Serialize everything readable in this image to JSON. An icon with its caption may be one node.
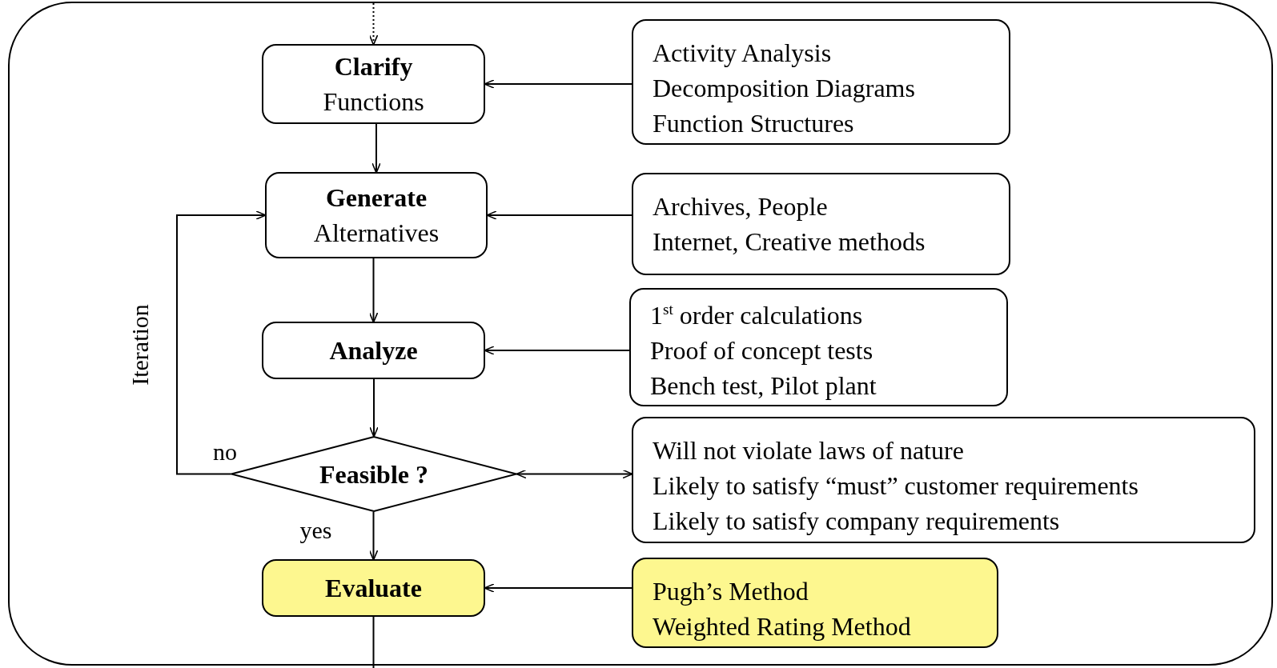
{
  "diagram": {
    "nodes": [
      {
        "text": [],
        "shape": "box"
      },
      {
        "text": [
          "Clarify",
          "Functions"
        ],
        "in": 0
      },
      {
        "text": [
          "Activity Analysis",
          "Decomposition Diagrams",
          "Function Structures"
        ],
        "in": 0
      },
      {
        "text": [
          "Generate",
          "Alternatives"
        ],
        "in": 0
      },
      {
        "text": [
          "Archives, People",
          "Internet, Creative methods"
        ],
        "in": 0
      },
      {
        "text": [
          "Analyze"
        ],
        "in": 0
      },
      {
        "text": [
          "1$^{st}$ order calculations",
          "Proof of concept tests",
          "Bench test, Pilot plant"
        ],
        "in": 0
      },
      {
        "text": [
          "Feasible ?"
        ],
        "in": 0
      },
      {
        "text": [
          "Will not violate laws of nature",
          "Likely to satisfy “must” customer requirements",
          "Likely to satisfy company requirements"
        ],
        "in": 0
      },
      {
        "text": [
          "Evaluate"
        ],
        "in": 0
      },
      {
        "text": [
          "Pugh’s Method",
          "Weighted Rating Method"
        ],
        "in": 0
      }
    ],
    "edges": [
      {
        "from": null,
        "to": 1,
        "arrow": "to",
        "style": "dashed"
      },
      {
        "from": 2,
        "to": 1,
        "arrow": "to"
      },
      {
        "from": 1,
        "to": 3,
        "arrow": "to"
      },
      {
        "from": 4,
        "to": 3,
        "arrow": "to"
      },
      {
        "from": 3,
        "to": 5,
        "arrow": "to"
      },
      {
        "from": 6,
        "to": 5,
        "arrow": "to"
      },
      {
        "from": 5,
        "to": 7,
        "arrow": "to"
      },
      {
        "from": 7,
        "to": 8,
        "arrow": "both"
      },
      {
        "from": 7,
        "to": 9,
        "arrow": "to",
        "label": "yes"
      },
      {
        "from": 10,
        "to": 9,
        "arrow": "to"
      },
      {
        "from": 7,
        "to": 3,
        "arrow": "to",
        "label": "Iteration"
      },
      {
        "from": 9,
        "to": null,
        "arrow": "none"
      }
    ],
    "labels": [
      "no"
    ]
  }
}
